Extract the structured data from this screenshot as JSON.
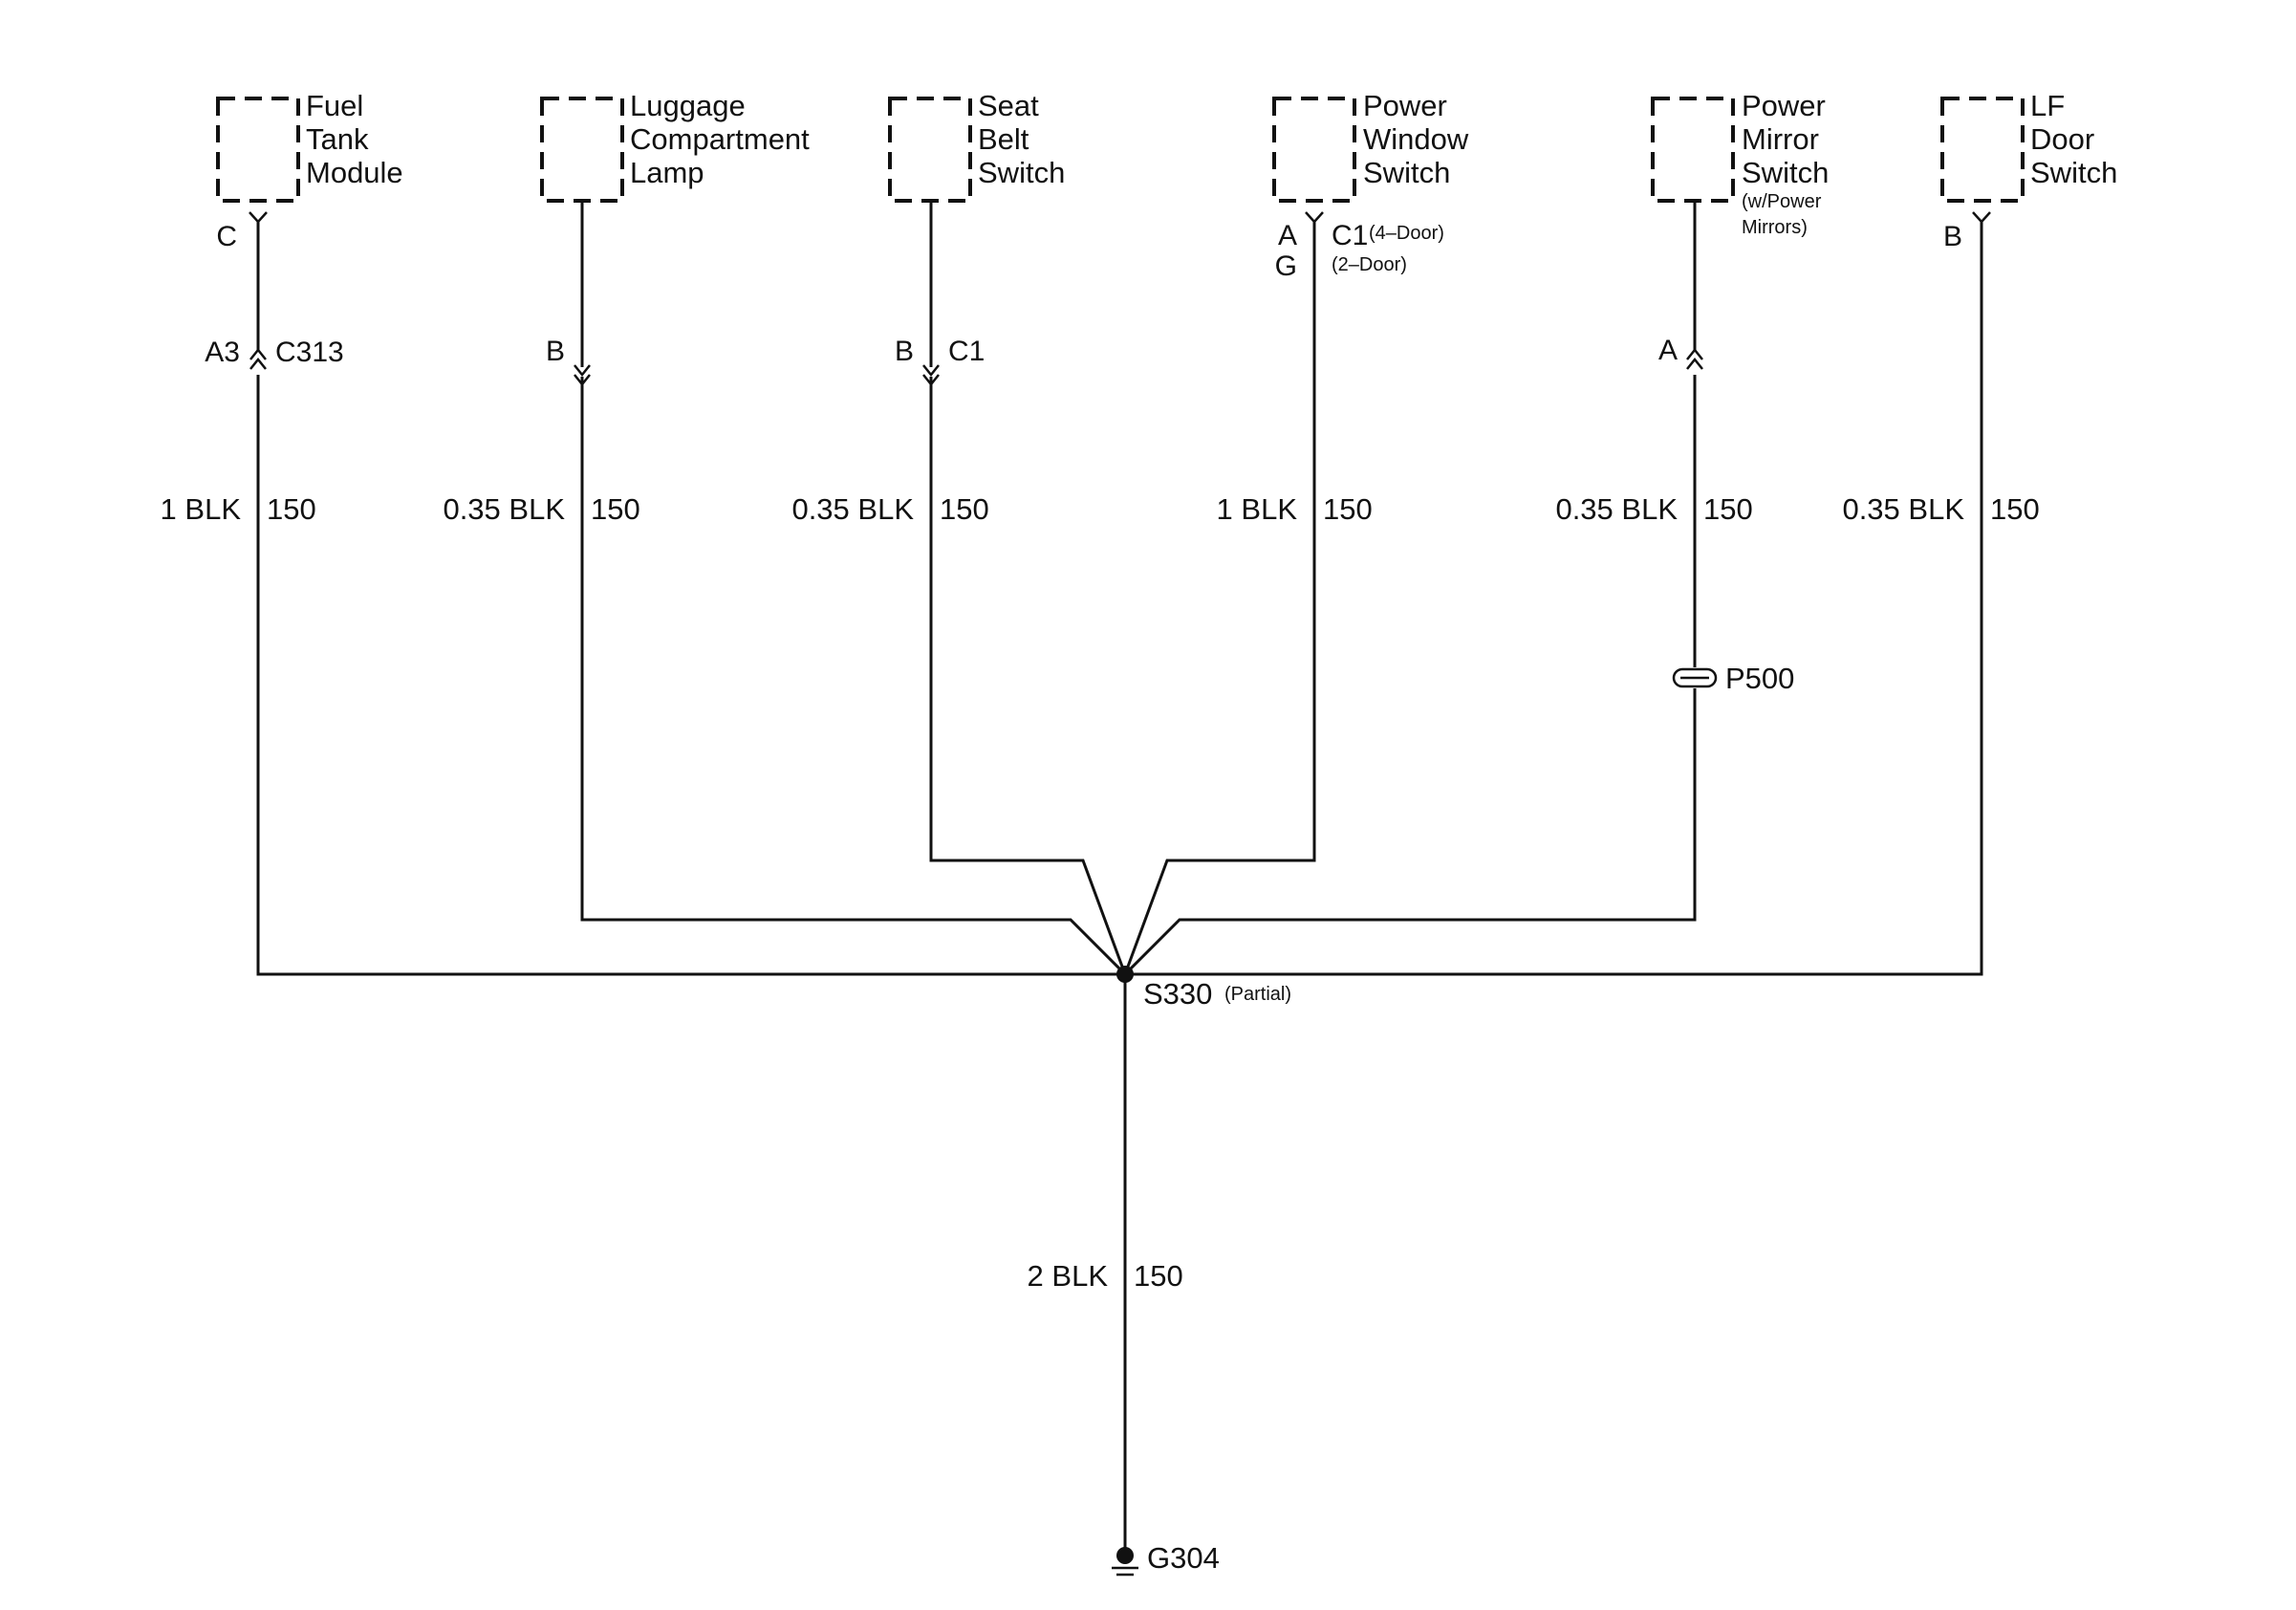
{
  "components": {
    "fuel_tank_module": [
      "Fuel",
      "Tank",
      "Module"
    ],
    "luggage_lamp": [
      "Luggage",
      "Compartment",
      "Lamp"
    ],
    "seat_belt_switch": [
      "Seat",
      "Belt",
      "Switch"
    ],
    "power_window_switch": [
      "Power",
      "Window",
      "Switch"
    ],
    "power_mirror_switch": [
      "Power",
      "Mirror",
      "Switch"
    ],
    "power_mirror_note": [
      "(w/Power",
      "Mirrors)"
    ],
    "lf_door_switch": [
      "LF",
      "Door",
      "Switch"
    ]
  },
  "pins": {
    "fuel_top": "C",
    "fuel_inline": "A3",
    "fuel_connector": "C313",
    "luggage_inline": "B",
    "seat_inline": "B",
    "seat_connector": "C1",
    "window_pin_4door": "A",
    "window_pin_2door": "G",
    "window_connector": "C1",
    "window_note_4door": "(4–Door)",
    "window_note_2door": "(2–Door)",
    "mirror_inline": "A",
    "lf_top": "B"
  },
  "wires": {
    "fuel": {
      "gauge": "1 BLK",
      "circuit": "150"
    },
    "luggage": {
      "gauge": "0.35 BLK",
      "circuit": "150"
    },
    "seat": {
      "gauge": "0.35 BLK",
      "circuit": "150"
    },
    "window": {
      "gauge": "1 BLK",
      "circuit": "150"
    },
    "mirror": {
      "gauge": "0.35 BLK",
      "circuit": "150"
    },
    "lf": {
      "gauge": "0.35 BLK",
      "circuit": "150"
    },
    "ground": {
      "gauge": "2 BLK",
      "circuit": "150"
    }
  },
  "passthrough": "P500",
  "splice": {
    "label": "S330",
    "note": "(Partial)"
  },
  "ground": "G304"
}
